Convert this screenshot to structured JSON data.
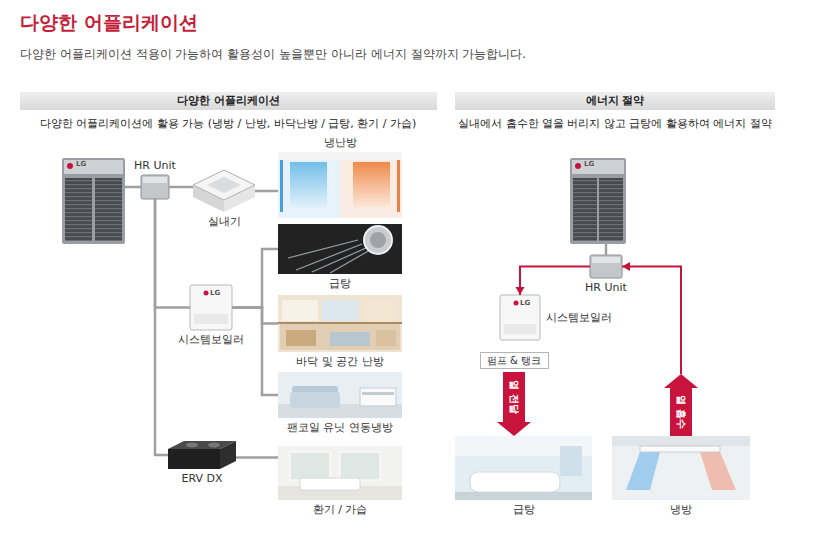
{
  "diagram": {
    "title": "다양한 어플리케이션",
    "nodes": [
      {
        "text": [
          "다양한 어플리케이션"
        ]
      },
      {
        "text": [
          "에너지 절약"
        ]
      },
      {
        "text": [
          "LG"
        ]
      },
      {
        "text": [
          "HR Unit"
        ]
      },
      {
        "text": [
          "실내기"
        ]
      },
      {
        "text": [
          "냉난방"
        ]
      },
      {
        "text": [
          "급탕"
        ]
      },
      {
        "text": [
          "LG",
          "시스템보일러"
        ]
      },
      {
        "text": [
          "바닥 및 공간 난방"
        ]
      },
      {
        "text": [
          "팬코일 유닛 연동냉방"
        ]
      },
      {
        "text": [
          "ERV DX"
        ]
      },
      {
        "text": [
          "환기 / 가습"
        ]
      },
      {
        "text": [
          "LG"
        ]
      },
      {
        "text": [
          "HR Unit"
        ]
      },
      {
        "text": [
          "LG",
          "시스템보일러"
        ]
      },
      {
        "text": [
          "펌프 & 탱크"
        ]
      },
      {
        "text": [
          "급탕"
        ]
      },
      {
        "text": [
          "냉방"
        ]
      }
    ],
    "edges": [
      {
        "from": 2,
        "to": 3,
        "arrow": "none"
      },
      {
        "from": 3,
        "to": 4,
        "arrow": "none"
      },
      {
        "from": 4,
        "to": 5,
        "arrow": "none"
      },
      {
        "from": 3,
        "to": 7,
        "arrow": "none"
      },
      {
        "from": 7,
        "to": 6,
        "arrow": "none"
      },
      {
        "from": 7,
        "to": 8,
        "arrow": "none"
      },
      {
        "from": 7,
        "to": 9,
        "arrow": "none"
      },
      {
        "from": 3,
        "to": 10,
        "arrow": "none"
      },
      {
        "from": 10,
        "to": 11,
        "arrow": "none"
      },
      {
        "from": 12,
        "to": 13,
        "arrow": "none"
      },
      {
        "from": 13,
        "to": 14,
        "arrow": "to"
      },
      {
        "from": 15,
        "to": 16,
        "label": "열 전달",
        "arrow": "to"
      },
      {
        "from": 17,
        "to": 13,
        "label": "열 흡수",
        "arrow": "to"
      }
    ],
    "labels": [
      "다양한 어플리케이션 적용이 가능하여 활용성이 높을뿐만 아니라 에너지 절약까지 가능합니다.",
      "다양한 어플리케이션에 활용 가능 (냉방 / 난방, 바닥난방 / 급탕, 환기 / 가습)",
      "실내에서 흡수한 열을 버리지 않고 급탕에 활용하여 에너지 절약"
    ]
  }
}
